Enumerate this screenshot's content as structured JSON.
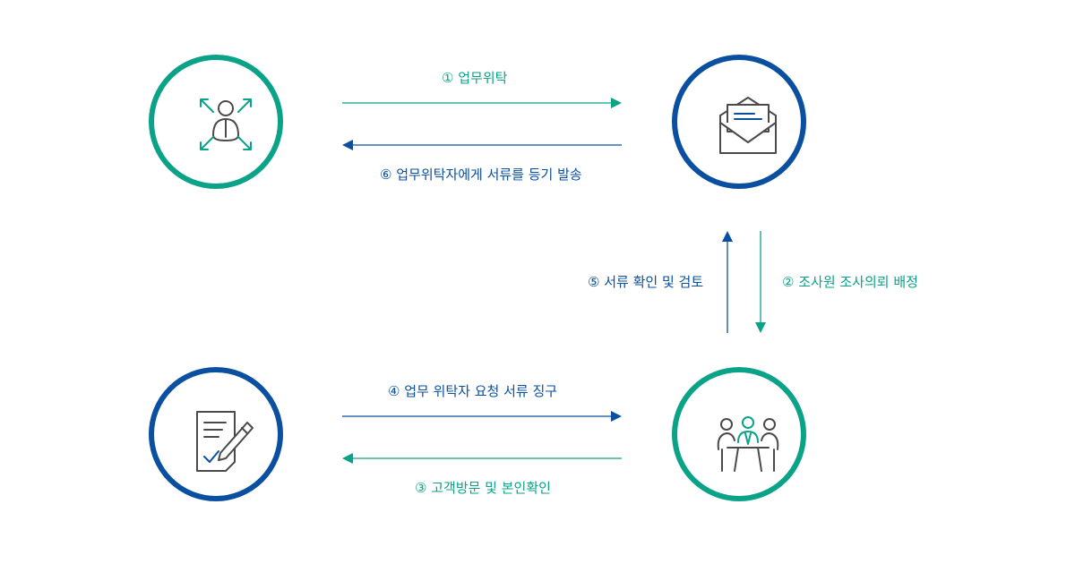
{
  "steps": {
    "step1": "① 업무위탁",
    "step2": "② 조사원 조사의뢰 배정",
    "step3": "③ 고객방문 및 본인확인",
    "step4": "④ 업무 위탁자 요청 서류 징구",
    "step5": "⑤ 서류 확인 및 검토",
    "step6": "⑥ 업무위탁자에게 서류를 등기 발송"
  },
  "colors": {
    "green": "#0aa388",
    "blue": "#0b4fa0",
    "icon_gray": "#4a4a4a"
  },
  "icons": {
    "top_left": "person-expand-icon",
    "top_right": "envelope-letter-icon",
    "bottom_left": "document-pen-icon",
    "bottom_right": "meeting-people-icon"
  }
}
